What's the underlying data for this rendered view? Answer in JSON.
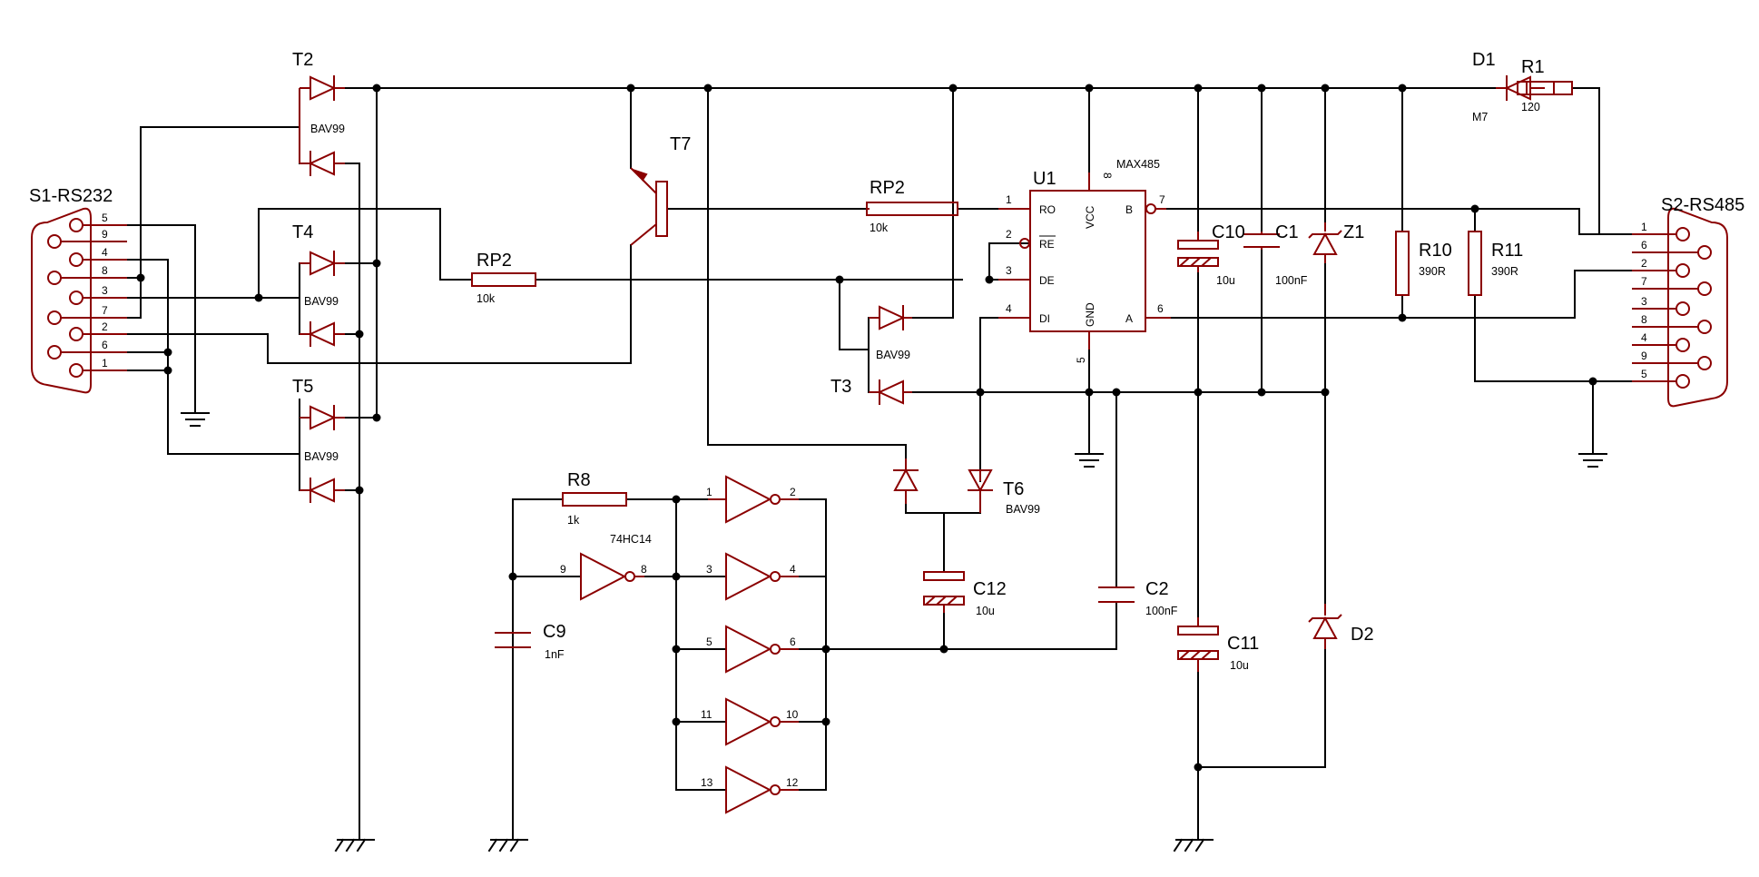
{
  "labels": {
    "t2": "T2",
    "t2v": "BAV99",
    "t4": "T4",
    "t4v": "BAV99",
    "t5": "T5",
    "t5v": "BAV99",
    "t7": "T7",
    "t3": "T3",
    "t3v": "BAV99",
    "t6": "T6",
    "t6v": "BAV99",
    "s1": "S1-RS232",
    "s2": "S2-RS485",
    "rp2a": "RP2",
    "rp2av": "10k",
    "rp2b": "RP2",
    "rp2bv": "10k",
    "u1": "U1",
    "u1v": "MAX485",
    "d1": "D1",
    "d1v": "M7",
    "r1": "R1",
    "r1v": "120",
    "c10": "C10",
    "c10v": "10u",
    "c1": "C1",
    "c1v": "100nF",
    "z1": "Z1",
    "r10": "R10",
    "r10v": "390R",
    "r11": "R11",
    "r11v": "390R",
    "r8": "R8",
    "r8v": "1k",
    "hc": "74HC14",
    "c9": "C9",
    "c9v": "1nF",
    "c12": "C12",
    "c12v": "10u",
    "c2": "C2",
    "c2v": "100nF",
    "c11": "C11",
    "c11v": "10u",
    "d2": "D2"
  },
  "u1": {
    "pins": {
      "ro": "RO",
      "re": "RE",
      "de": "DE",
      "di": "DI",
      "vcc": "VCC",
      "gnd": "GND",
      "b": "B",
      "a": "A"
    },
    "pinnums": {
      "p1": "1",
      "p2": "2",
      "p3": "3",
      "p4": "4",
      "p5": "5",
      "p6": "6",
      "p7": "7",
      "p8": "8"
    }
  },
  "s1_pins": [
    "5",
    "9",
    "4",
    "8",
    "3",
    "7",
    "2",
    "6",
    "1"
  ],
  "s2_pins": [
    "1",
    "6",
    "2",
    "7",
    "3",
    "8",
    "4",
    "9",
    "5"
  ],
  "inverters": [
    {
      "in": "1",
      "out": "2"
    },
    {
      "in": "3",
      "out": "4"
    },
    {
      "in": "5",
      "out": "6"
    },
    {
      "in": "11",
      "out": "10"
    },
    {
      "in": "13",
      "out": "12"
    },
    {
      "in": "9",
      "out": "8"
    }
  ],
  "colors": {
    "component": "#8b0000",
    "wire": "#000000"
  }
}
